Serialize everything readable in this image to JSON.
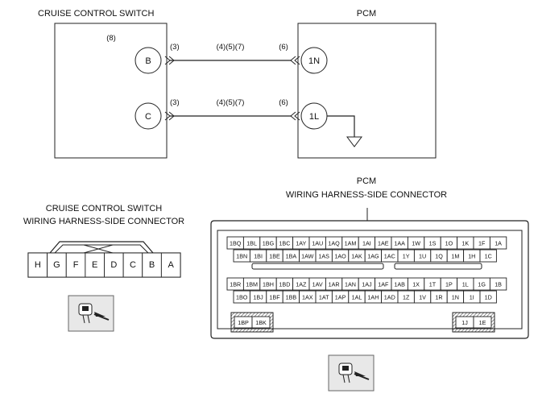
{
  "switch_title": "CRUISE CONTROL SWITCH",
  "pcm_title": "PCM",
  "switch_ref": "(8)",
  "circuits": [
    {
      "switch_pin": "B",
      "pcm_pin": "1N",
      "ref_left": "(3)",
      "ref_mid": "(4)(5)(7)",
      "ref_right": "(6)",
      "ground": false
    },
    {
      "switch_pin": "C",
      "pcm_pin": "1L",
      "ref_left": "(3)",
      "ref_mid": "(4)(5)(7)",
      "ref_right": "(6)",
      "ground": true
    }
  ],
  "switch_connector": {
    "title_line1": "CRUISE CONTROL SWITCH",
    "title_line2": "WIRING HARNESS-SIDE CONNECTOR",
    "pins": [
      "H",
      "G",
      "F",
      "E",
      "D",
      "C",
      "B",
      "A"
    ]
  },
  "pcm_connector": {
    "title_line1": "PCM",
    "title_line2": "WIRING HARNESS-SIDE CONNECTOR",
    "rows": [
      [
        "1BQ",
        "1BL",
        "1BG",
        "1BC",
        "1AY",
        "1AU",
        "1AQ",
        "1AM",
        "1AI",
        "1AE",
        "1AA",
        "1W",
        "1S",
        "1O",
        "1K",
        "1F",
        "1A"
      ],
      [
        "1BN",
        "1BI",
        "1BE",
        "1BA",
        "1AW",
        "1AS",
        "1AO",
        "1AK",
        "1AG",
        "1AC",
        "1Y",
        "1U",
        "1Q",
        "1M",
        "1H",
        "1C"
      ],
      [
        "1BR",
        "1BM",
        "1BH",
        "1BD",
        "1AZ",
        "1AV",
        "1AR",
        "1AN",
        "1AJ",
        "1AF",
        "1AB",
        "1X",
        "1T",
        "1P",
        "1L",
        "1G",
        "1B"
      ],
      [
        "1BO",
        "1BJ",
        "1BF",
        "1BB",
        "1AX",
        "1AT",
        "1AP",
        "1AL",
        "1AH",
        "1AD",
        "1Z",
        "1V",
        "1R",
        "1N",
        "1I",
        "1D"
      ]
    ],
    "left_block": [
      "1BP",
      "1BK"
    ],
    "right_block": [
      "1J",
      "1E"
    ]
  }
}
